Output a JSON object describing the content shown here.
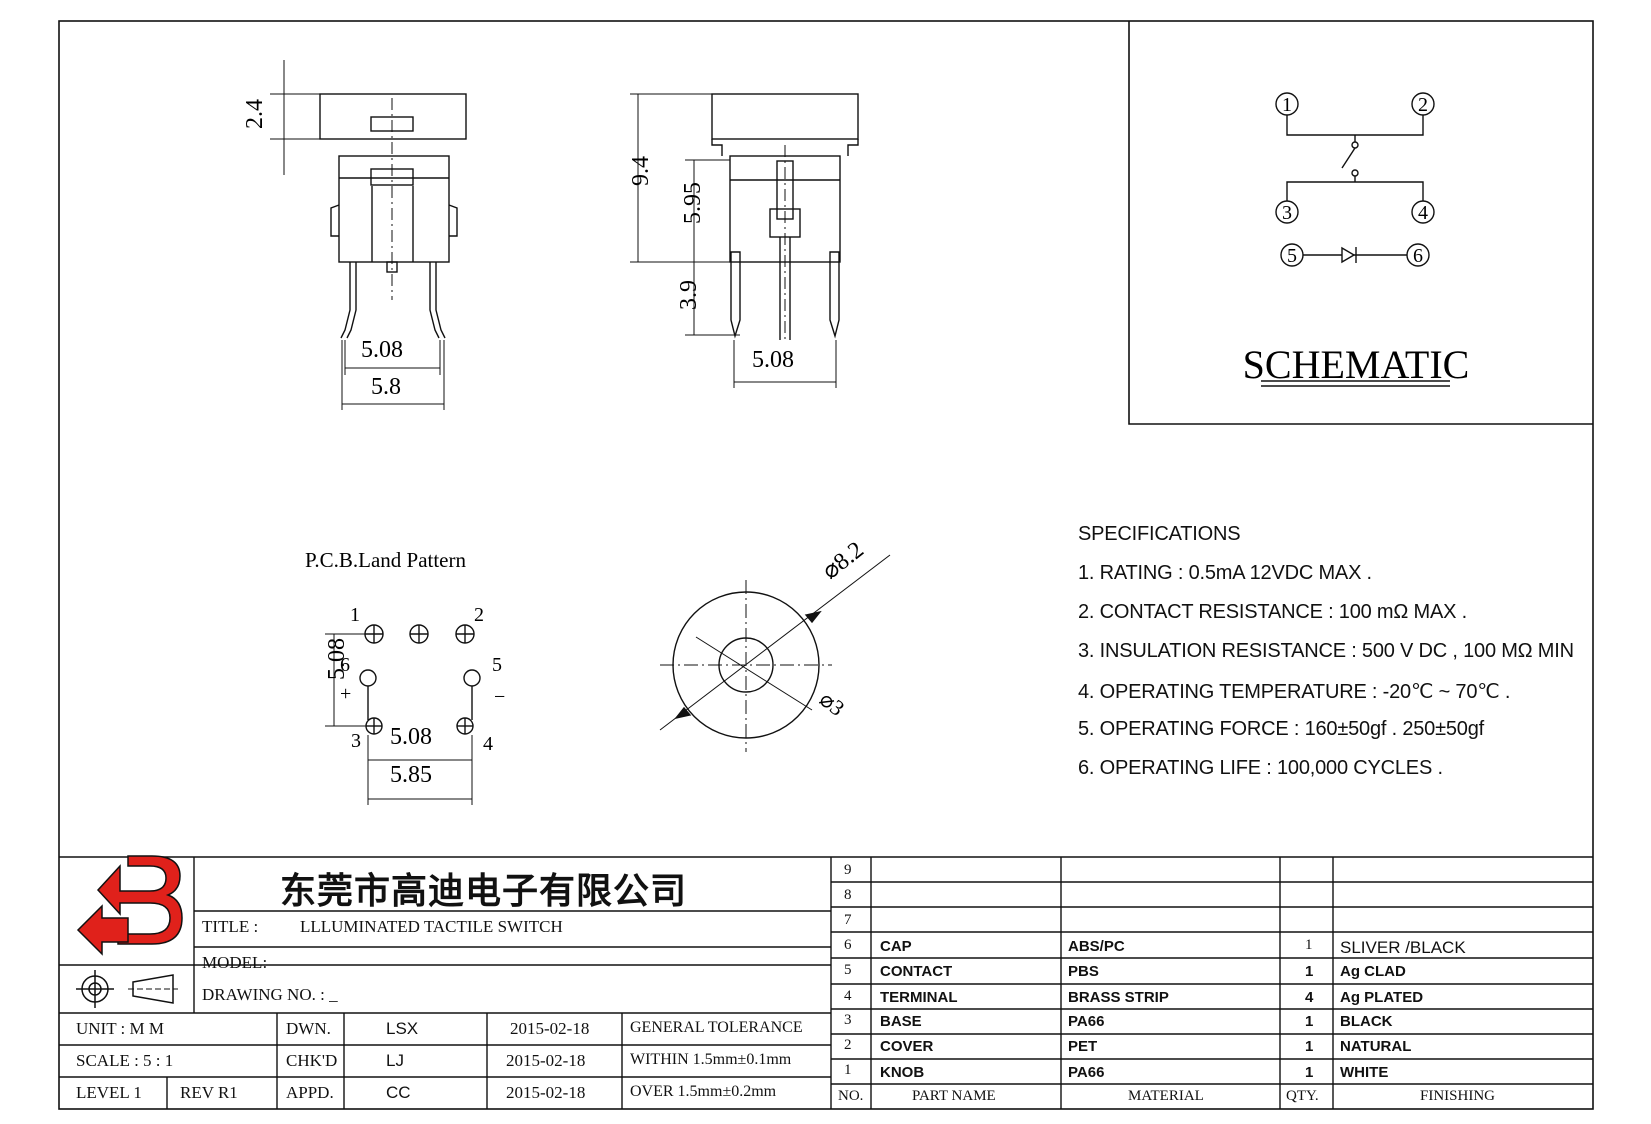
{
  "drawing": {
    "top_left": {
      "dim_cap": "2.4",
      "dim_pin_pitch": "5.08",
      "dim_body_width": "5.8"
    },
    "top_side": {
      "dim_total": "9.4",
      "dim_body": "5.95",
      "dim_pin": "3.9",
      "dim_pin_pitch": "5.08"
    },
    "pcb": {
      "title": "P.C.B.Land Pattern",
      "pin_labels": [
        "1",
        "2",
        "6",
        "5",
        "3",
        "4"
      ],
      "plus": "+",
      "minus": "−",
      "dim_vertical": "5.08",
      "dim_horizontal_inner": "5.08",
      "dim_horizontal_outer": "5.85"
    },
    "cap_view": {
      "dim_outer": "⌀8.2",
      "dim_inner": "⌀3"
    }
  },
  "schematic": {
    "title": "SCHEMATIC",
    "pins": [
      "1",
      "2",
      "3",
      "4",
      "5",
      "6"
    ]
  },
  "specifications": {
    "heading": "SPECIFICATIONS",
    "items": [
      "1. RATING : 0.5mA 12VDC MAX .",
      "2. CONTACT RESISTANCE : 100 mΩ MAX .",
      "3. INSULATION RESISTANCE : 500 V DC , 100 MΩ MIN",
      "4. OPERATING TEMPERATURE : -20℃ ~ 70℃ .",
      "5. OPERATING FORCE : 160±50gf . 250±50gf",
      "6. OPERATING LIFE : 100,000 CYCLES ."
    ]
  },
  "title_block": {
    "company": "东莞市高迪电子有限公司",
    "title_label": "TITLE :",
    "title_value": "LLLUMINATED TACTILE SWITCH",
    "model_label": "MODEL:",
    "drawing_no_label": "DRAWING NO. : _",
    "rows": [
      {
        "left": "UNIT  :  M M",
        "role": "DWN.",
        "name": "LSX",
        "date": "2015-02-18",
        "tol": "GENERAL TOLERANCE"
      },
      {
        "left": "SCALE  :  5 : 1",
        "role": "CHK'D",
        "name": "LJ",
        "date": "2015-02-18",
        "tol": "WITHIN 1.5mm±0.1mm"
      },
      {
        "left": "LEVEL 1",
        "left2": "REV  R1",
        "role": "APPD.",
        "name": "CC",
        "date": "2015-02-18",
        "tol": "OVER   1.5mm±0.2mm"
      }
    ]
  },
  "bom": {
    "headers": {
      "no": "NO.",
      "part": "PART  NAME",
      "material": "MATERIAL",
      "qty": "QTY.",
      "finishing": "FINISHING"
    },
    "rows": [
      {
        "no": "9",
        "part": "",
        "material": "",
        "qty": "",
        "finishing": ""
      },
      {
        "no": "8",
        "part": "",
        "material": "",
        "qty": "",
        "finishing": ""
      },
      {
        "no": "7",
        "part": "",
        "material": "",
        "qty": "",
        "finishing": ""
      },
      {
        "no": "6",
        "part": "CAP",
        "material": "ABS/PC",
        "qty": "1",
        "finishing": "SLIVER /BLACK"
      },
      {
        "no": "5",
        "part": "CONTACT",
        "material": "PBS",
        "qty": "1",
        "finishing": "Ag CLAD"
      },
      {
        "no": "4",
        "part": "TERMINAL",
        "material": "BRASS STRIP",
        "qty": "4",
        "finishing": "Ag PLATED"
      },
      {
        "no": "3",
        "part": "BASE",
        "material": "PA66",
        "qty": "1",
        "finishing": "BLACK"
      },
      {
        "no": "2",
        "part": "COVER",
        "material": "PET",
        "qty": "1",
        "finishing": "NATURAL"
      },
      {
        "no": "1",
        "part": "KNOB",
        "material": "PA66",
        "qty": "1",
        "finishing": "WHITE"
      }
    ]
  },
  "colors": {
    "logo": "#e0211b",
    "line": "#111111"
  }
}
